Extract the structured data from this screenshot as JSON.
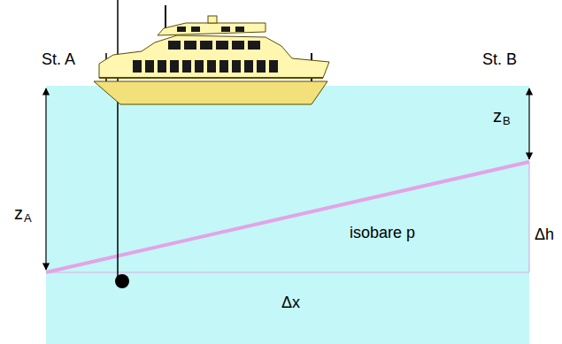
{
  "diagram": {
    "labels": [
      "St. A",
      "St. B",
      "zA",
      "zB",
      "isobare p",
      "Δh",
      "Δx"
    ]
  }
}
